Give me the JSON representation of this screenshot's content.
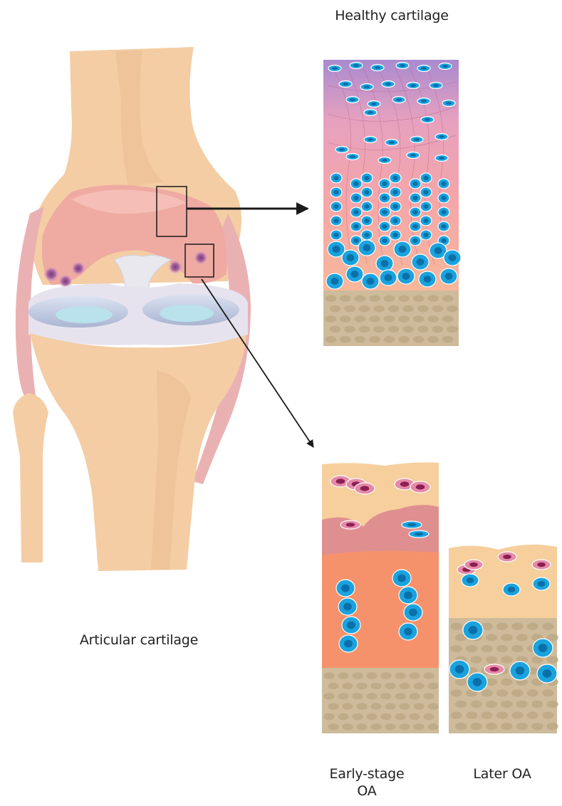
{
  "labels": {
    "healthy": "Healthy cartilage",
    "articular": "Articular cartilage",
    "early_line1": "Early-stage",
    "early_line2": "OA",
    "later": "Later OA"
  },
  "colors": {
    "bone": "#f4cda4",
    "bone_shade": "#e9b88a",
    "cartilage": "#efaaa2",
    "ligament": "#eab1b3",
    "meniscus": "#c3cbe2",
    "chondrocyte": "#1aa3de",
    "damaged_cell": "#8c1f55",
    "subchondral_bone": "#cdbb9b",
    "arrow": "#1a1a1a"
  }
}
